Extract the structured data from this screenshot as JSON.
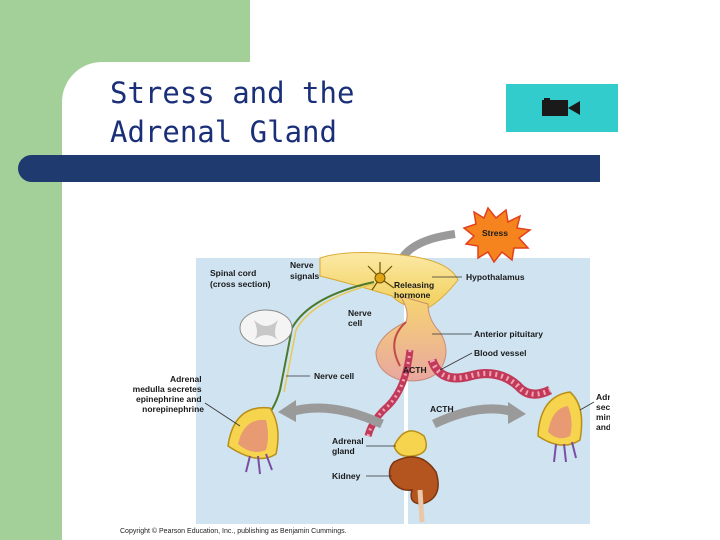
{
  "slide": {
    "title_lines": [
      "Stress and the",
      "Adrenal Gland"
    ],
    "accent_colors": {
      "green": "#a3cf98",
      "navy": "#1f3a6e",
      "teal": "#33cccc",
      "title": "#1a2f78"
    }
  },
  "media_button": {
    "icon": "video-camera-icon"
  },
  "diagram": {
    "labels": {
      "stress": "Stress",
      "spinal_cord": [
        "Spinal cord",
        "(cross section)"
      ],
      "nerve_signals": [
        "Nerve",
        "signals"
      ],
      "hypothalamus": "Hypothalamus",
      "releasing_hormone": [
        "Releasing",
        "hormone"
      ],
      "nerve_cell_upper": [
        "Nerve",
        "cell"
      ],
      "anterior_pituitary": "Anterior pituitary",
      "blood_vessel": "Blood vessel",
      "nerve_cell_lower": "Nerve cell",
      "acth_pituitary": "ACTH",
      "acth_vessel": "ACTH",
      "adrenal_medulla": [
        "Adrenal",
        "medulla secretes",
        "epinephrine and",
        "norepinephrine"
      ],
      "adrenal_cortex": [
        "Adrenal cortex",
        "secretes",
        "mineralocorticoids",
        "and glucocorticoids"
      ],
      "adrenal_gland": [
        "Adrenal",
        "gland"
      ],
      "kidney": "Kidney"
    },
    "copyright": "Copyright © Pearson Education, Inc., publishing as Benjamin Cummings."
  }
}
